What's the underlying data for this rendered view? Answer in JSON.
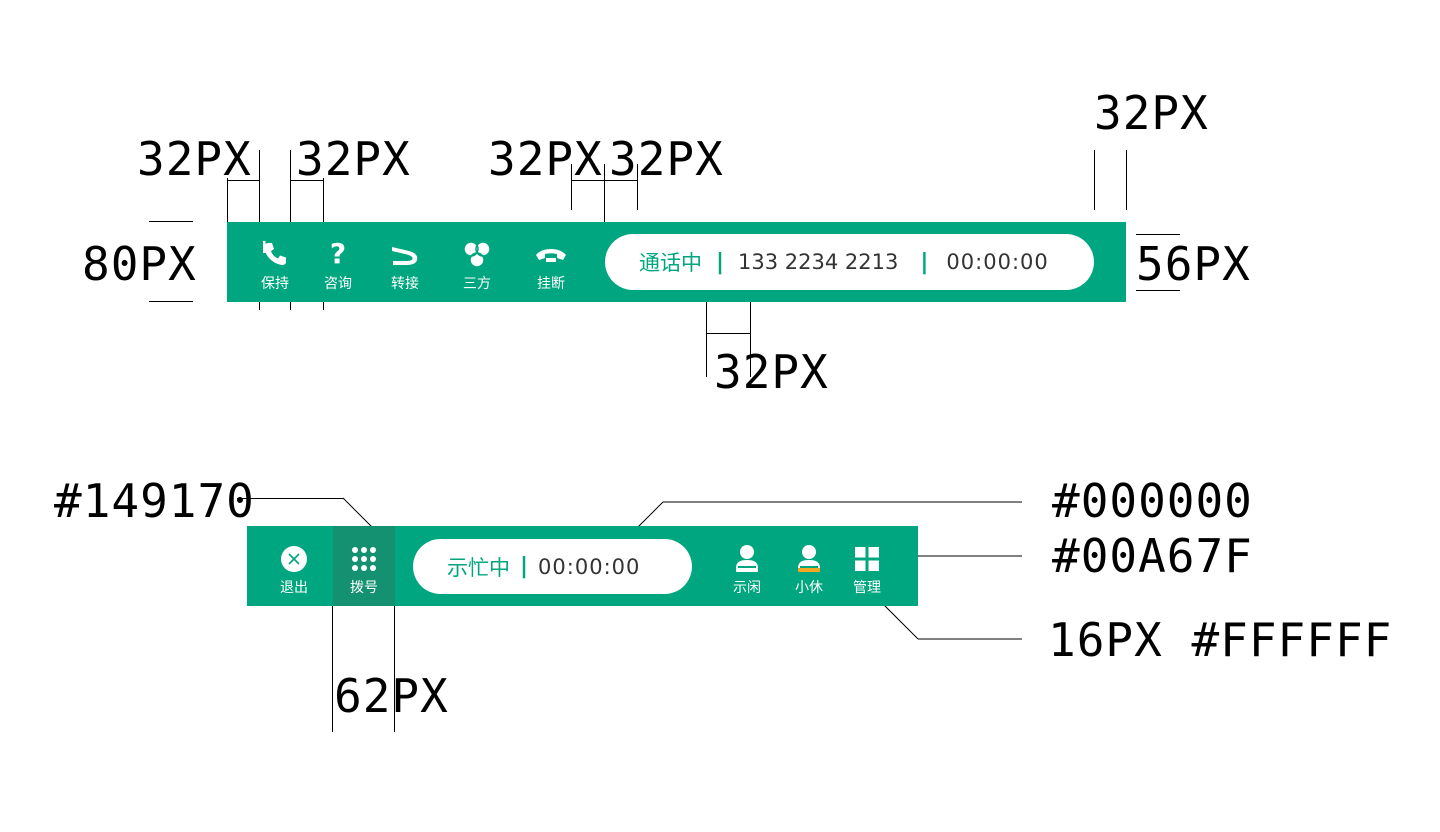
{
  "annotations": {
    "gap_a": "32PX",
    "gap_b": "32PX",
    "gap_c": "32PX",
    "gap_d": "32PX",
    "gap_right": "32PX",
    "bar_height": "80PX",
    "pill_height": "56PX",
    "pill_gap": "32PX",
    "dark_color": "#149170",
    "text_color": "#000000",
    "bar_color": "#00A67F",
    "icon_font": "16PX #FFFFFF",
    "dial_width": "62PX"
  },
  "call_bar": {
    "buttons": [
      {
        "label": "保持",
        "icon": "phone-icon"
      },
      {
        "label": "咨询",
        "icon": "question-icon"
      },
      {
        "label": "转接",
        "icon": "transfer-icon"
      },
      {
        "label": "三方",
        "icon": "conference-icon"
      },
      {
        "label": "挂断",
        "icon": "hangup-icon"
      }
    ],
    "status": "通话中",
    "phone": "133 2234 2213",
    "timer": "00:00:00"
  },
  "idle_bar": {
    "exit_label": "退出",
    "dial_label": "拨号",
    "status": "示忙中",
    "timer": "00:00:00",
    "buttons": [
      {
        "label": "示闲",
        "icon": "idle-icon"
      },
      {
        "label": "小休",
        "icon": "break-icon"
      },
      {
        "label": "管理",
        "icon": "manage-icon"
      }
    ]
  },
  "colors": {
    "bar": "#00A67F",
    "dial_bg": "#149170",
    "text": "#FFFFFF",
    "accent_orange": "#F5A623"
  }
}
